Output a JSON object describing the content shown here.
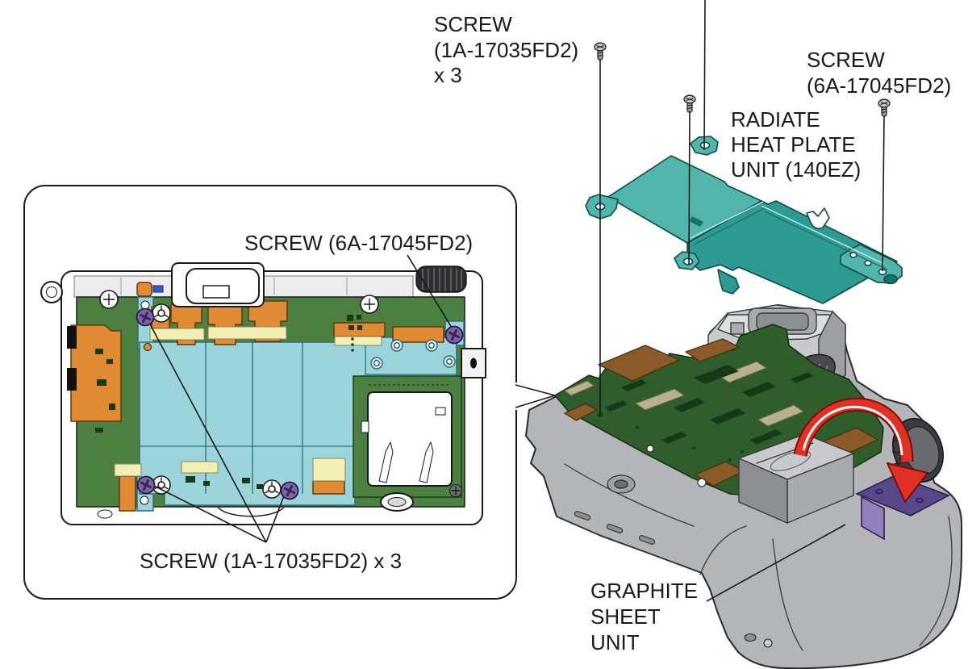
{
  "page": {
    "kind": "camera-service-manual-exploded-diagram",
    "background": "#ffffff"
  },
  "labels": {
    "screw_1a_top": {
      "lines": [
        "SCREW",
        "(1A-17035FD2)",
        "x 3"
      ]
    },
    "screw_6a_top": {
      "lines": [
        "SCREW",
        "(6A-17045FD2)"
      ]
    },
    "radiate_heat_plate": {
      "lines": [
        "RADIATE",
        "HEAT PLATE",
        "UNIT (140EZ)"
      ]
    },
    "inset_screw_6a": {
      "text": "SCREW (6A-17045FD2)"
    },
    "inset_screw_1a": {
      "text": "SCREW (1A-17035FD2) x 3"
    },
    "graphite_sheet": {
      "lines": [
        "GRAPHITE",
        "SHEET",
        "UNIT"
      ]
    }
  },
  "icons": {
    "screw": "screw-icon",
    "rotation_arrow": "curved-arrow-icon",
    "callout_wedge": "callout-pointer"
  },
  "colors": {
    "text": "#1a1a1a",
    "heat_plate_light": "#52b5ab",
    "heat_plate_main": "#2e9b92",
    "heat_plate_dark": "#17726d",
    "pcb_green_light": "#4b8040",
    "pcb_green_dark": "#2f5d2b",
    "flex_orange": "#e08b33",
    "flex_brown": "#8a5a28",
    "shield_cyan": "#9bd4db",
    "shield_cyan_dark": "#7fc3ce",
    "pad_yellow": "#f2efb5",
    "pad_khaki": "#b7b289",
    "screw_purple": "#7c63ac",
    "graphite_dark": "#584789",
    "graphite_light": "#9180bc",
    "arrow_red": "#e13024",
    "arrow_red_dark": "#7a0e05",
    "body_gray": "#b4b5b9",
    "body_gray_light": "#d7d8db",
    "body_gray_dark": "#8e8f93"
  }
}
